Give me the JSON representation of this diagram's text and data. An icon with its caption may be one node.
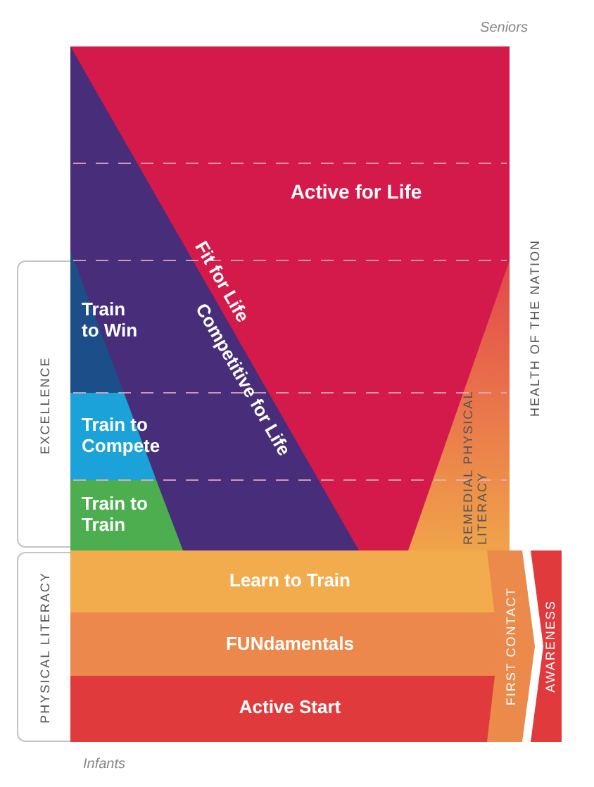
{
  "diagram": {
    "nodes": [
      {
        "text": [
          "Active for Life"
        ]
      },
      {
        "text": [
          "Competitive for Life"
        ],
        "in": 0
      },
      {
        "text": [
          "Train to Win"
        ],
        "in": 1
      },
      {
        "text": [
          "Train to Compete"
        ],
        "in": 1
      },
      {
        "text": [
          "Train to Train"
        ],
        "in": 1
      },
      {
        "text": [
          "REMEDIAL PHYSICAL LITERACY"
        ],
        "in": 0
      },
      {
        "text": [
          "Learn to Train"
        ]
      },
      {
        "text": [
          "FUNdamentals"
        ]
      },
      {
        "text": [
          "Active Start"
        ]
      },
      {
        "text": [
          "FIRST CONTACT"
        ]
      },
      {
        "text": [
          "AWARENESS"
        ]
      },
      {
        "text": [
          "EXCELLENCE"
        ]
      },
      {
        "text": [
          "PHYSICAL LITERACY"
        ]
      }
    ],
    "labels": [
      "Seniors",
      "Fit for Life",
      "HEALTH OF THE NATION",
      "Infants"
    ]
  }
}
